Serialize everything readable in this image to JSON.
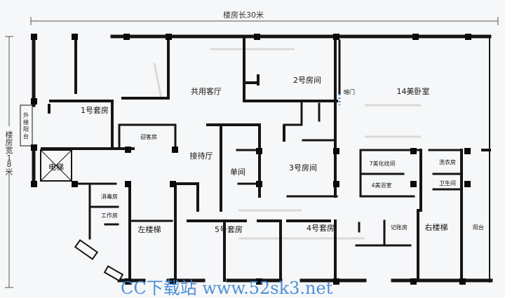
{
  "dimensions": {
    "length": "楼房长30米",
    "width_vertical": [
      "楼",
      "房",
      "宽",
      "1",
      "8",
      "米"
    ]
  },
  "exterior_label": [
    "外",
    "接",
    "阳",
    "台"
  ],
  "rooms": {
    "room1": "1号套房",
    "shared_lounge": "共用客厅",
    "room2": "2号房间",
    "dark_door": "暗门",
    "room14": "14美卧室",
    "guest_room": "迎客房",
    "reception": "接待厅",
    "elevator": "电梯",
    "single_room": "单间",
    "room3": "3号房间",
    "beauty_tattoo": "7美化纹间",
    "beauty_bath": "4美浴室",
    "laundry": "洗衣房",
    "toilet": "卫生间",
    "disinfection": "消毒房",
    "workroom": "工作房",
    "left_stairs": "左楼梯",
    "room5": "5号套房",
    "room4": "4号套房",
    "accounting": "记账房",
    "right_stairs": "右楼梯",
    "balcony": "阳台"
  },
  "watermark": "CC下载站 www.52sk3.net",
  "colors": {
    "wall": "#151515",
    "column": "#0a0a0a",
    "watermark": "#3f86d8",
    "dark_door": "#3f86d8"
  }
}
